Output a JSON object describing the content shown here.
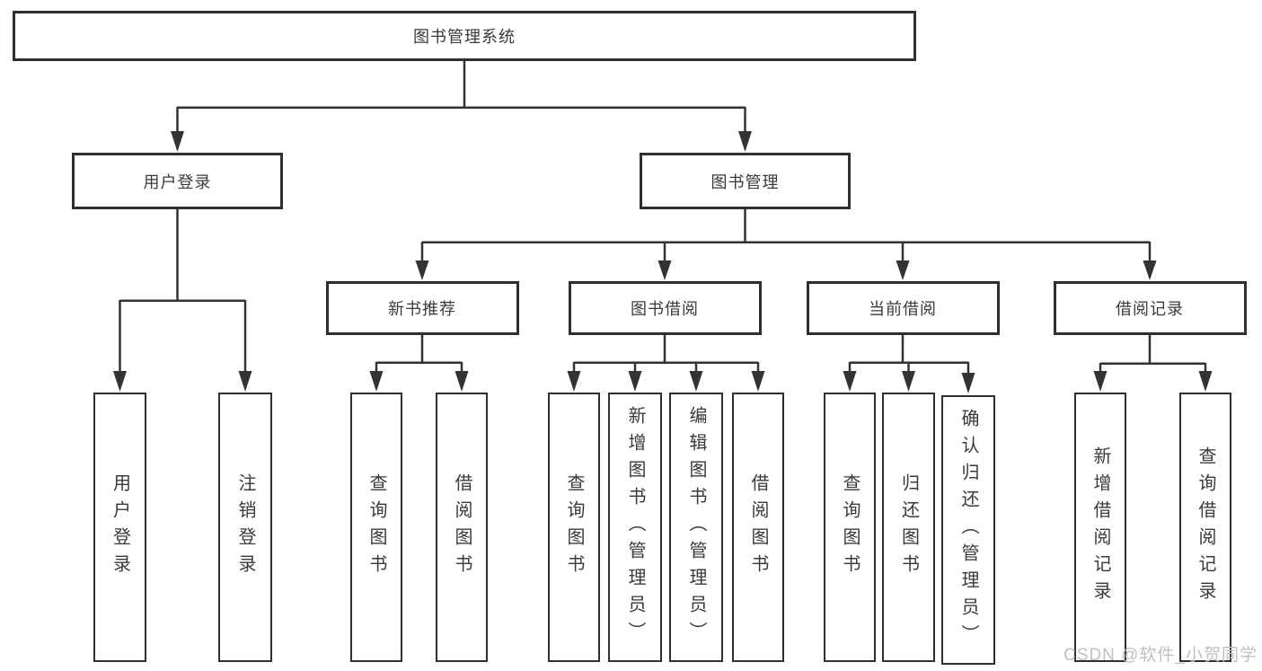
{
  "tree": {
    "label": "图书管理系统",
    "children": [
      {
        "label": "用户登录",
        "children": [
          {
            "label": "用户登录"
          },
          {
            "label": "注销登录"
          }
        ]
      },
      {
        "label": "图书管理",
        "children": [
          {
            "label": "新书推荐",
            "children": [
              {
                "label": "查询图书"
              },
              {
                "label": "借阅图书"
              }
            ]
          },
          {
            "label": "图书借阅",
            "children": [
              {
                "label": "查询图书"
              },
              {
                "label": "新增图书（管理员）"
              },
              {
                "label": "编辑图书（管理员）"
              },
              {
                "label": "借阅图书"
              }
            ]
          },
          {
            "label": "当前借阅",
            "children": [
              {
                "label": "查询图书"
              },
              {
                "label": "归还图书"
              },
              {
                "label": "确认归还（管理员）"
              }
            ]
          },
          {
            "label": "借阅记录",
            "children": [
              {
                "label": "新增借阅记录"
              },
              {
                "label": "查询借阅记录"
              }
            ]
          }
        ]
      }
    ]
  },
  "watermark": "CSDN @软件_小贺同学",
  "colors": {
    "line": "#333333",
    "box_border": "#2f2f2f",
    "text": "#3a3a3a",
    "background": "#ffffff",
    "watermark": "#c0c0c0"
  }
}
